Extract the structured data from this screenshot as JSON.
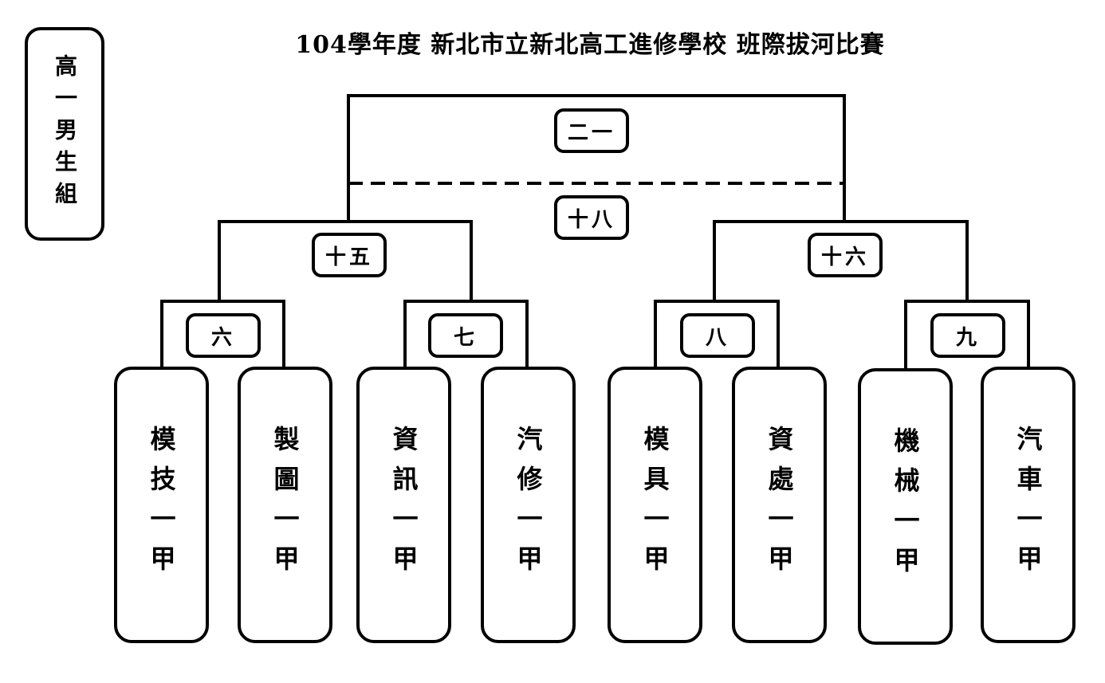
{
  "title": "104學年度  新北市立新北高工進修學校  班際拔河比賽",
  "group": "高一男生組",
  "matches": {
    "final": "二一",
    "third": "十八",
    "semi_left": "十五",
    "semi_right": "十六",
    "qf1": "六",
    "qf2": "七",
    "qf3": "八",
    "qf4": "九"
  },
  "teams": [
    "模技一甲",
    "製圖一甲",
    "資訊一甲",
    "汽修一甲",
    "模具一甲",
    "資處一甲",
    "機械一甲",
    "汽車一甲"
  ]
}
